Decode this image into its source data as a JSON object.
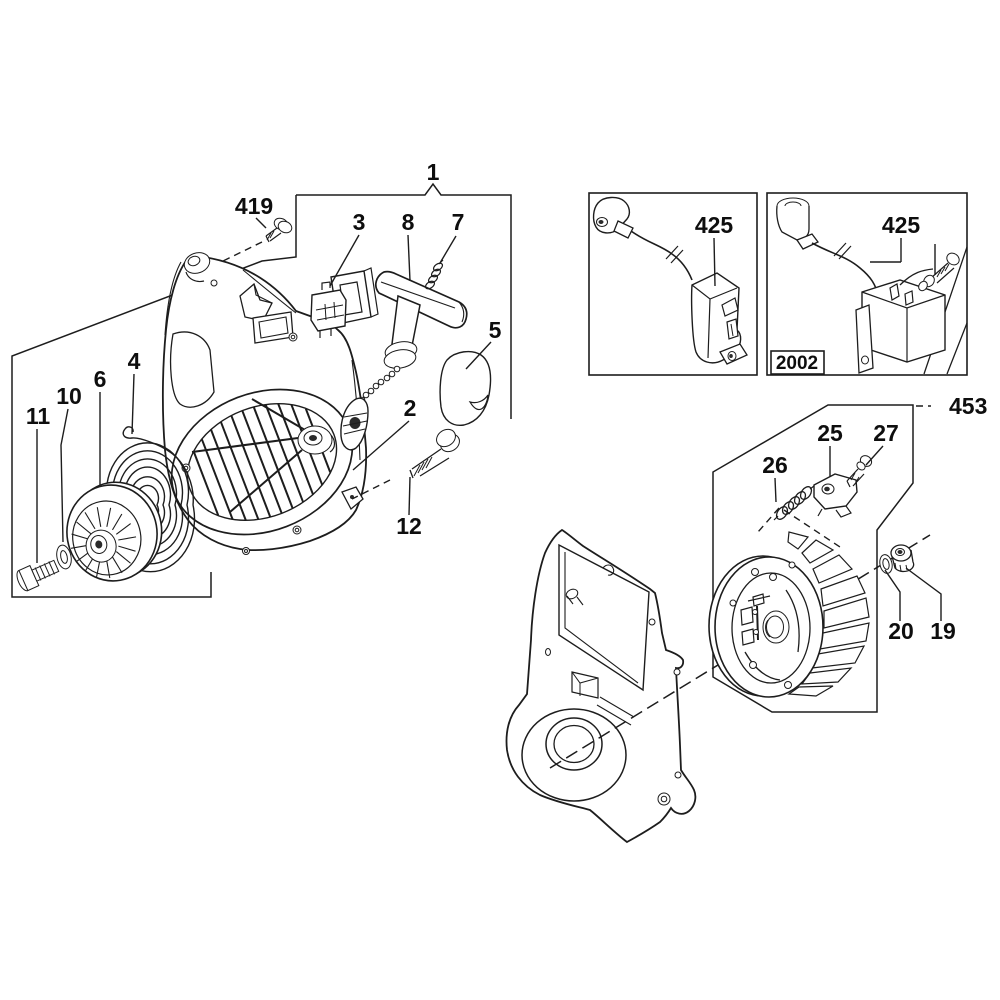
{
  "diagram": {
    "kind": "exploded-parts-diagram",
    "colors": {
      "ink": "#1d1d1d",
      "paper": "#ffffff",
      "hole": "#2a2a2a"
    }
  },
  "callouts": [
    {
      "id": "part-1",
      "text": "1"
    },
    {
      "id": "part-419",
      "text": "419"
    },
    {
      "id": "part-3",
      "text": "3"
    },
    {
      "id": "part-8",
      "text": "8"
    },
    {
      "id": "part-7",
      "text": "7"
    },
    {
      "id": "part-5",
      "text": "5"
    },
    {
      "id": "part-2",
      "text": "2"
    },
    {
      "id": "part-12",
      "text": "12"
    },
    {
      "id": "part-4",
      "text": "4"
    },
    {
      "id": "part-6",
      "text": "6"
    },
    {
      "id": "part-10",
      "text": "10"
    },
    {
      "id": "part-11",
      "text": "11"
    },
    {
      "id": "part-425-left",
      "text": "425"
    },
    {
      "id": "part-425-right",
      "text": "425"
    },
    {
      "id": "model-2002",
      "text": "2002"
    },
    {
      "id": "part-453",
      "text": "453"
    },
    {
      "id": "part-25",
      "text": "25"
    },
    {
      "id": "part-26",
      "text": "26"
    },
    {
      "id": "part-27",
      "text": "27"
    },
    {
      "id": "part-20",
      "text": "20"
    },
    {
      "id": "part-19",
      "text": "19"
    }
  ]
}
